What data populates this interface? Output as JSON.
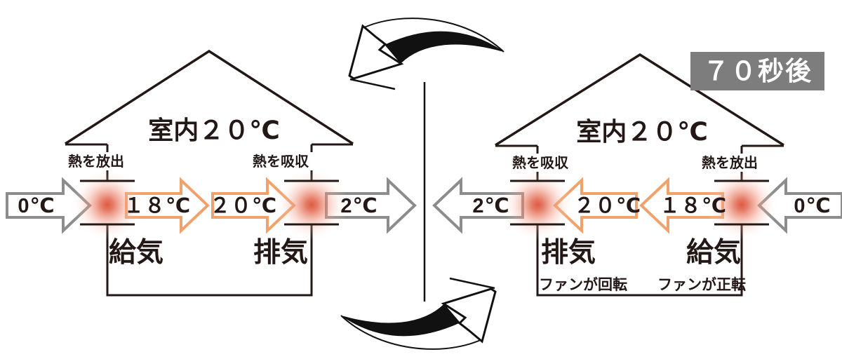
{
  "badge": {
    "label": "７０秒後",
    "bg_color": "#7d7d7d",
    "text_color": "#ffffff"
  },
  "colors": {
    "line": "#231815",
    "outdoor_arrow": "#8c8c8c",
    "warm_arrow": "#f0a26c",
    "heat_glow": "#e05a3c",
    "badge_bg": "#7d7d7d"
  },
  "cycle": {
    "top_arrow_icon": "curved-arrow-left",
    "bottom_arrow_icon": "curved-arrow-right"
  },
  "houses": {
    "before": {
      "room_temp": "室内２０℃",
      "left_vent_note": "熱を放出",
      "right_vent_note": "熱を吸収",
      "flow": [
        {
          "temp": "0℃",
          "style": "outdoor",
          "direction": "right"
        },
        {
          "temp": "１８℃",
          "style": "warm",
          "direction": "right"
        },
        {
          "temp": "２０℃",
          "style": "warm",
          "direction": "right"
        },
        {
          "temp": "2℃",
          "style": "outdoor",
          "direction": "right"
        }
      ],
      "left_unit_label": "給気",
      "right_unit_label": "排気"
    },
    "after": {
      "room_temp": "室内２０℃",
      "left_vent_note": "熱を吸収",
      "right_vent_note": "熱を放出",
      "flow": [
        {
          "temp": "2℃",
          "style": "outdoor",
          "direction": "left"
        },
        {
          "temp": "２０℃",
          "style": "warm",
          "direction": "left"
        },
        {
          "temp": "１８℃",
          "style": "warm",
          "direction": "left"
        },
        {
          "temp": "0℃",
          "style": "outdoor",
          "direction": "left"
        }
      ],
      "left_unit_label": "排気",
      "left_unit_fan_note": "ファンが回転",
      "right_unit_label": "給気",
      "right_unit_fan_note": "ファンが正転"
    }
  }
}
